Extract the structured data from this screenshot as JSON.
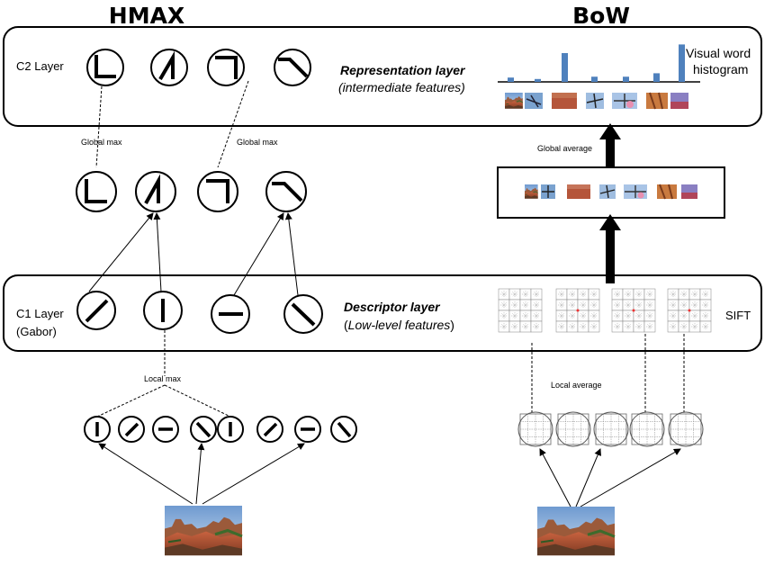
{
  "headers": {
    "hmax": "HMAX",
    "bow": "BoW"
  },
  "top_layer": {
    "label": "C2 Layer",
    "title": "Representation layer",
    "subtitle": "(intermediate features)",
    "histogram_label_1": "Visual word",
    "histogram_label_2": "histogram"
  },
  "bottom_layer": {
    "label_1": "C1 Layer",
    "label_2": "(Gabor)",
    "title": "Descriptor layer",
    "subtitle_prefix": "(",
    "subtitle_italic": "Low-level features",
    "subtitle_suffix": ")",
    "sift": "SIFT"
  },
  "annotations": {
    "global_max_left": "Global max",
    "global_max_right": "Global max",
    "global_average": "Global  average",
    "local_max": "Local max",
    "local_average": "Local average"
  },
  "histogram": {
    "values": [
      0.15,
      0.1,
      1.0,
      0.18,
      0.18,
      0.3,
      1.3
    ]
  },
  "colors": {
    "bar": "#4f81bd",
    "rock": "#b5553a",
    "sky": "#7aa2cf"
  }
}
